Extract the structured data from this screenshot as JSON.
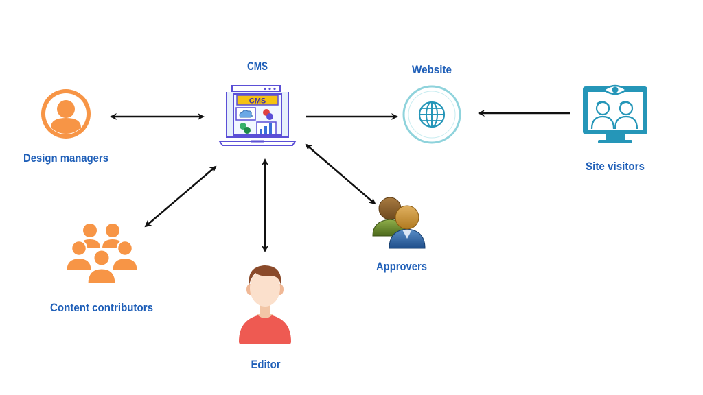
{
  "nodes": {
    "design_managers": {
      "label": "Design managers",
      "icon": "user-circle-icon"
    },
    "cms": {
      "label": "CMS",
      "screen_text": "CMS",
      "icon": "cms-window-icon"
    },
    "website": {
      "label": "Website",
      "icon": "globe-icon"
    },
    "site_visitors": {
      "label": "Site visitors",
      "icon": "monitor-visitors-icon"
    },
    "content_contributors": {
      "label": "Content contributors",
      "icon": "group-icon"
    },
    "editor": {
      "label": "Editor",
      "icon": "man-avatar-icon"
    },
    "approvers": {
      "label": "Approvers",
      "icon": "users-pair-icon"
    }
  },
  "edges": [
    {
      "from": "design_managers",
      "to": "cms",
      "direction": "both"
    },
    {
      "from": "cms",
      "to": "website",
      "direction": "forward"
    },
    {
      "from": "site_visitors",
      "to": "website",
      "direction": "forward"
    },
    {
      "from": "content_contributors",
      "to": "cms",
      "direction": "both"
    },
    {
      "from": "editor",
      "to": "cms",
      "direction": "both"
    },
    {
      "from": "approvers",
      "to": "cms",
      "direction": "both"
    }
  ],
  "colors": {
    "label": "#1f5fb8",
    "arrow": "#111111",
    "orange": "#f79546",
    "teal": "#2596b8",
    "cms_purple": "#5b4fd6",
    "editor_shirt": "#ee5a52",
    "editor_hair": "#8a4a2a"
  }
}
